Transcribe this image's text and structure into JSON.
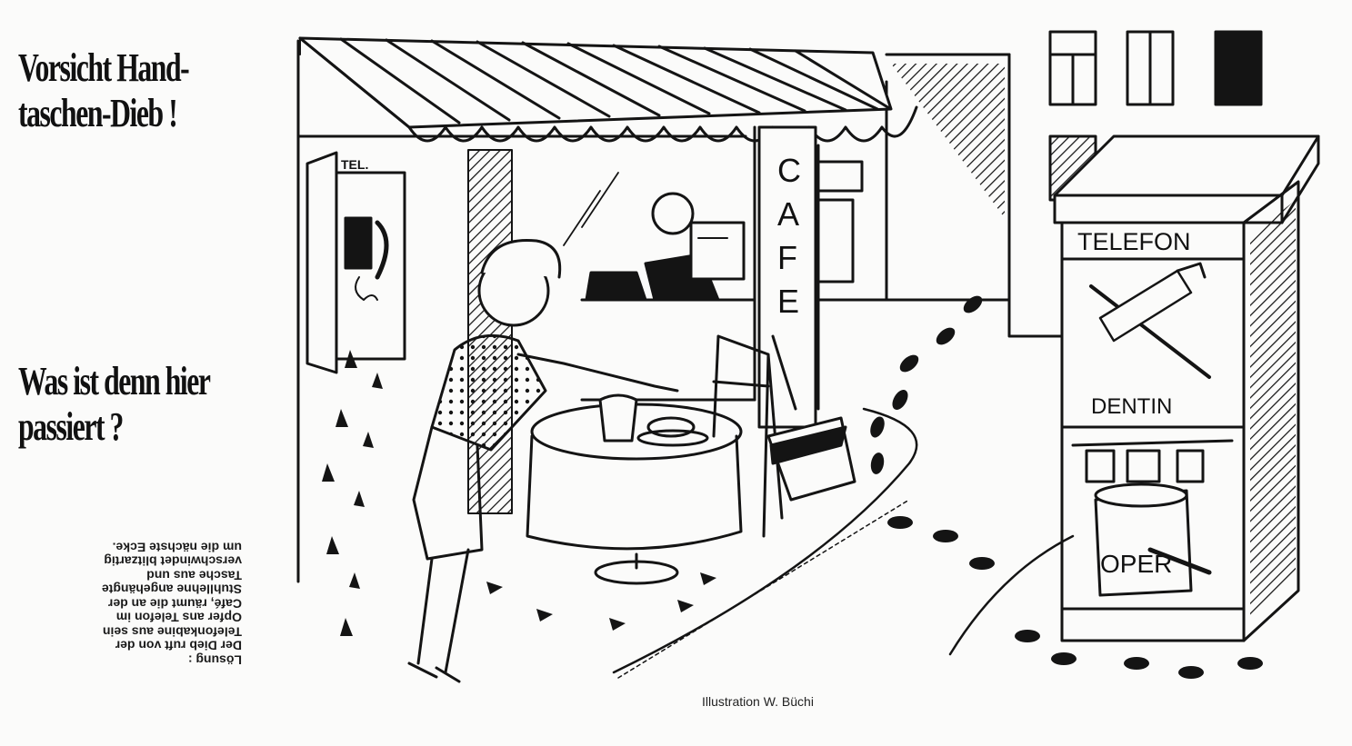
{
  "headline_1": "Vorsicht Hand-\ntaschen-Dieb !",
  "headline_2": "Was ist denn hier\npassiert ?",
  "solution": {
    "lines": [
      "Lösung :",
      "Der Dieb ruft von der",
      "Telefonkabine aus sein",
      "Opfer ans Telefon im",
      "Café, räumt die an der",
      "Stuhllehne angehängte",
      "Tasche aus und",
      "verschwindet blitzartig",
      "um die nächste Ecke."
    ]
  },
  "credit": "Illustration W. Büchi",
  "illustration": {
    "door_sign": "TEL.",
    "cafe_sign": [
      "C",
      "A",
      "F",
      "E"
    ],
    "kiosk_sign": "TELEFON",
    "poster_brand": "DENTIN",
    "poster_opera": "OPER"
  },
  "colors": {
    "ink": "#141414",
    "paper": "#fbfbfa"
  }
}
